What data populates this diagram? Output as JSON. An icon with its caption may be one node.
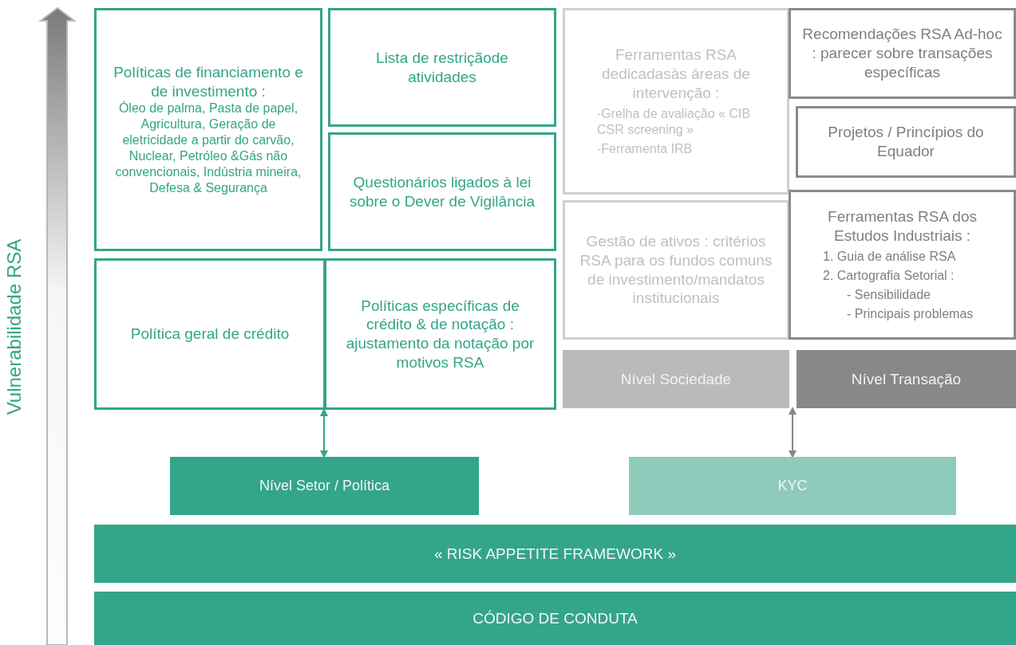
{
  "diagram": {
    "nodes": [
      {
        "text": [
          "Políticas de financiamento e de investimento :",
          "Óleo de palma, Pasta de papel, Agricultura, Geração de eletricidade a partir do carvão, Nuclear, Petróleo &Gás não convencionais, Indústria mineira, Defesa & Segurança"
        ]
      },
      {
        "text": [
          "Lista de restriçãode atividades"
        ]
      },
      {
        "text": [
          "Questionários ligados à lei sobre o Dever de Vigilância"
        ]
      },
      {
        "text": [
          "Política geral de crédito"
        ]
      },
      {
        "text": [
          "Políticas específicas de crédito & de notação : ajustamento da notação por motivos RSA"
        ]
      },
      {
        "text": [
          "Ferramentas RSA dedicadasàs áreas de intervenção :",
          "-Grelha de avaliação « CIB CSR screening »",
          "-Ferramenta IRB"
        ]
      },
      {
        "text": [
          "Recomendações RSA Ad-hoc : parecer sobre transações específicas"
        ]
      },
      {
        "text": [
          "Projetos / Princípios do Equador"
        ]
      },
      {
        "text": [
          "Gestão de ativos : critérios RSA para os fundos comuns de investimento/mandatos institucionais"
        ]
      },
      {
        "text": [
          "Ferramentas RSA dos Estudos Industriais :",
          "1. Guia de análise RSA",
          "2. Cartografia Setorial :",
          "- Sensibilidade",
          "- Principais problemas"
        ]
      },
      {
        "text": [
          "Nível Sociedade"
        ]
      },
      {
        "text": [
          "Nível Transação"
        ]
      },
      {
        "text": [
          "Nível Setor / Política"
        ]
      },
      {
        "text": [
          "KYC"
        ]
      },
      {
        "text": [
          "« RISK APPETITE FRAMEWORK »"
        ]
      },
      {
        "text": [
          "CÓDIGO DE CONDUTA"
        ]
      }
    ],
    "edges": [
      {
        "from": 12,
        "to": 3,
        "arrow": "both",
        "color": "#33a58a"
      },
      {
        "from": 13,
        "to": 10,
        "arrow": "both",
        "color": "#888888"
      }
    ],
    "labels": [
      "Vulnerabilidade RSA"
    ]
  }
}
